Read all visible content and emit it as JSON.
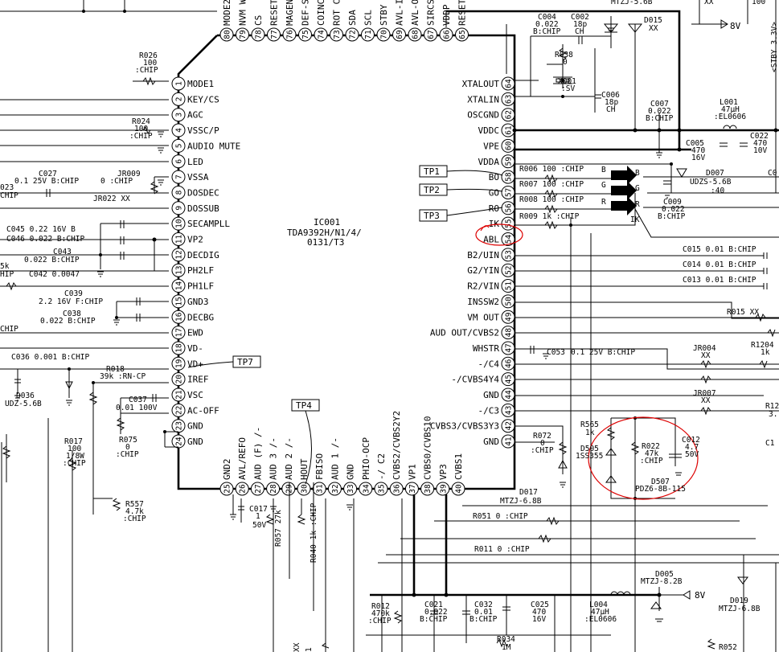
{
  "ic": {
    "ref": "IC001",
    "part": "TDA9392H/N1/4/",
    "part2": "0131/T3"
  },
  "left_pins": [
    {
      "n": "1",
      "name": "MODE1"
    },
    {
      "n": "2",
      "name": "KEY/CS"
    },
    {
      "n": "3",
      "name": "AGC"
    },
    {
      "n": "4",
      "name": "VSSC/P"
    },
    {
      "n": "5",
      "name": "AUDIO MUTE"
    },
    {
      "n": "6",
      "name": "LED"
    },
    {
      "n": "7",
      "name": "VSSA"
    },
    {
      "n": "8",
      "name": "DOSDEC"
    },
    {
      "n": "9",
      "name": "DOSSUB"
    },
    {
      "n": "10",
      "name": "SECAMPLL"
    },
    {
      "n": "11",
      "name": "VP2"
    },
    {
      "n": "12",
      "name": "DECDIG"
    },
    {
      "n": "13",
      "name": "PH2LF"
    },
    {
      "n": "14",
      "name": "PH1LF"
    },
    {
      "n": "15",
      "name": "GND3"
    },
    {
      "n": "16",
      "name": "DECBG"
    },
    {
      "n": "17",
      "name": "EWD"
    },
    {
      "n": "18",
      "name": "VD-"
    },
    {
      "n": "19",
      "name": "VD+"
    },
    {
      "n": "20",
      "name": "IREF"
    },
    {
      "n": "21",
      "name": "VSC"
    },
    {
      "n": "22",
      "name": "AC-OFF"
    },
    {
      "n": "23",
      "name": "GND"
    },
    {
      "n": "24",
      "name": "GND"
    }
  ],
  "right_pins": [
    {
      "n": "64",
      "name": "XTALOUT"
    },
    {
      "n": "63",
      "name": "XTALIN"
    },
    {
      "n": "62",
      "name": "OSCGND"
    },
    {
      "n": "61",
      "name": "VDDC"
    },
    {
      "n": "60",
      "name": "VPE"
    },
    {
      "n": "59",
      "name": "VDDA"
    },
    {
      "n": "58",
      "name": "BO"
    },
    {
      "n": "57",
      "name": "GO"
    },
    {
      "n": "56",
      "name": "RO"
    },
    {
      "n": "55",
      "name": "IK"
    },
    {
      "n": "54",
      "name": "ABL"
    },
    {
      "n": "53",
      "name": "B2/UIN"
    },
    {
      "n": "52",
      "name": "G2/YIN"
    },
    {
      "n": "51",
      "name": "R2/VIN"
    },
    {
      "n": "50",
      "name": "INSSW2"
    },
    {
      "n": "49",
      "name": "VM OUT"
    },
    {
      "n": "48",
      "name": "AUD OUT/CVBS2"
    },
    {
      "n": "47",
      "name": "WHSTR"
    },
    {
      "n": "46",
      "name": "-/C4"
    },
    {
      "n": "45",
      "name": "-/CVBS4Y4"
    },
    {
      "n": "44",
      "name": "GND"
    },
    {
      "n": "43",
      "name": "-/C3"
    },
    {
      "n": "42",
      "name": "CVBS3/CVBS3Y3"
    },
    {
      "n": "41",
      "name": "GND"
    }
  ],
  "top_pins": [
    {
      "n": "80",
      "name": "MODE2"
    },
    {
      "n": "79",
      "name": "NVM WP"
    },
    {
      "n": "78",
      "name": "CS"
    },
    {
      "n": "77",
      "name": "RESET"
    },
    {
      "n": "76",
      "name": "MAGENTA"
    },
    {
      "n": "75",
      "name": "DEF-SW"
    },
    {
      "n": "74",
      "name": "COINCIDENCE"
    },
    {
      "n": "73",
      "name": "ROT COIL"
    },
    {
      "n": "72",
      "name": "SDA"
    },
    {
      "n": "71",
      "name": "SCL"
    },
    {
      "n": "70",
      "name": "STBY"
    },
    {
      "n": "69",
      "name": "AVL-IN"
    },
    {
      "n": "68",
      "name": "AVL-OUT"
    },
    {
      "n": "67",
      "name": "SIRCS"
    },
    {
      "n": "66",
      "name": "VDDP"
    },
    {
      "n": "65",
      "name": "RESET"
    }
  ],
  "bottom_pins": [
    {
      "n": "25",
      "name": "GND2"
    },
    {
      "n": "26",
      "name": "AVL/REFO"
    },
    {
      "n": "27",
      "name": "AUD (F) /-"
    },
    {
      "n": "28",
      "name": "AUD 3 /-"
    },
    {
      "n": "29",
      "name": "AUD 2 /-"
    },
    {
      "n": "30",
      "name": "HOUT"
    },
    {
      "n": "31",
      "name": "FBISO"
    },
    {
      "n": "32",
      "name": "AUD 1 /-"
    },
    {
      "n": "33",
      "name": "GND"
    },
    {
      "n": "34",
      "name": "PHIO-OCP"
    },
    {
      "n": "35",
      "name": "-/ C2"
    },
    {
      "n": "36",
      "name": "CVBS2/CVBS2Y2"
    },
    {
      "n": "37",
      "name": "VP1"
    },
    {
      "n": "38",
      "name": "CVBS0/CVBS10"
    },
    {
      "n": "39",
      "name": "VP3"
    },
    {
      "n": "40",
      "name": "CVBS1"
    }
  ],
  "test_points": {
    "tp1": "TP1",
    "tp2": "TP2",
    "tp3": "TP3",
    "tp4": "TP4",
    "tp7": "TP7"
  },
  "rgb": {
    "b": "B",
    "g": "G",
    "r": "R",
    "ik": "IK"
  },
  "parts": {
    "r026": "R026",
    "r026v": "100",
    "r026t": ":CHIP",
    "r024": "R024",
    "r024v": "100",
    "r024t": ":CHIP",
    "c027": "C027",
    "c027v": "0.1 25V B:CHIP",
    "jr009": "JR009",
    "jr009v": "0 :CHIP",
    "jr022": "JR022 XX",
    "c023": "023",
    "c023t": "CHIP",
    "c045": "C045 0.22 16V B",
    "c046": "C046 0.022 B:CHIP",
    "c043": "C043",
    "c043v": "0.022 B:CHIP",
    "r5k": "5k",
    "rhip": "HIP",
    "c042": "C042 0.0047",
    "c039": "C039",
    "c039v": "2.2 16V F:CHIP",
    "c038": "C038",
    "c038v": "0.022 B:CHIP",
    "chip_l": "CHIP",
    "c036": "C036 0.001 B:CHIP",
    "d036": "D036",
    "d036v": "UDZ-5.6B",
    "r018": "R018",
    "r018v": "39k :RN-CP",
    "c037": "C037",
    "c037v": "0.01 100V",
    "r017": "R017",
    "r017v": "100",
    "r017w": "1/8W",
    "r017t": ":CHIP",
    "r075": "R075",
    "r075v": "0",
    "r075t": ":CHIP",
    "r557": "R557",
    "r557v": "4.7k",
    "r557t": ":CHIP",
    "c017": "C017",
    "c017v": "1",
    "c017w": "50V",
    "r057": "R057 27k",
    "r040": "R040 1k :CHIP",
    "c004": "C004",
    "c004v": "0.022",
    "c004t": "B:CHIP",
    "c002": "C002",
    "c002v": "18p",
    "c002t": "CH",
    "d015": "D015",
    "d015v": "XX",
    "r038": "R038",
    "r038v": "0",
    "x001": "X001",
    "x001v": ":SV",
    "c006": "C006",
    "c006v": "18p",
    "c006t": "CH",
    "c007": "C007",
    "c007v": "0.022",
    "c007t": "B:CHIP",
    "l001": "L001",
    "l001v": "47μH",
    "l001t": ":EL0606",
    "c005": "C005",
    "c005v": "470",
    "c005w": "16V",
    "c022": "C022",
    "c022v": "470",
    "c022w": "10V",
    "d007": "D007",
    "d007v": "UDZS-5.6B",
    "d007w": ":40",
    "c009": "C009",
    "c009v": "0.022",
    "c009t": "B:CHIP",
    "v8": "8V",
    "stby": "<STBY 3.3V>",
    "xx": "XX",
    "c0": "C0",
    "r006": "R006 100 :CHIP",
    "r007": "R007 100 :CHIP",
    "r008": "R008 100 :CHIP",
    "r009": "R009 1k :CHIP",
    "c015": "C015 0.01 B:CHIP",
    "c014": "C014 0.01 B:CHIP",
    "c013": "C013 0.01 B:CHIP",
    "r015": "R015 XX",
    "c053": "C053",
    "c053v": "0.1 25V B:CHIP",
    "jr004": "JR004",
    "jr004v": "XX",
    "r1204": "R1204",
    "r1204v": "1k",
    "jr007": "JR007",
    "jr007v": "XX",
    "r12": "R12",
    "r12v": "3.",
    "c1": "C1",
    "r072": "R072",
    "r072v": "0",
    "r072t": ":CHIP",
    "d017": "D017",
    "d017v": "MTZJ-6.8B",
    "r565": "R565",
    "r565v": "1k",
    "d505": "D505",
    "d505v": "1SS355",
    "r022": "R022",
    "r022v": "47k",
    "r022t": ":CHIP",
    "c012": "C012",
    "c012v": "4.7",
    "c012w": "50V",
    "d507": "D507",
    "d507v": "PDZ6-8B-115",
    "r051": "R051 0 :CHIP",
    "r011": "R011 0 :CHIP",
    "d005": "D005",
    "d005v": "MTZJ-8.2B",
    "d019": "D019",
    "d019v": "MTZJ-6.8B",
    "r012": "R012",
    "r012v": "470k",
    "r012t": ":CHIP",
    "c021": "C021",
    "c021v": "0.022",
    "c021t": "B:CHIP",
    "c032": "C032",
    "c032v": "0.01",
    "c032t": "B:CHIP",
    "c025": "C025",
    "c025v": "470",
    "c025w": "16V",
    "l004": "L004",
    "l004v": "47μH",
    "l004t": ":EL0606",
    "r034": "R034",
    "r034v": "1M",
    "r052": "R052",
    "top_frag": "MTZJ-5.6B",
    "xx2": "XX",
    "v100": "100",
    "xx3": "XX"
  },
  "colors": {
    "annotation": "#d00000",
    "line": "#000000"
  }
}
